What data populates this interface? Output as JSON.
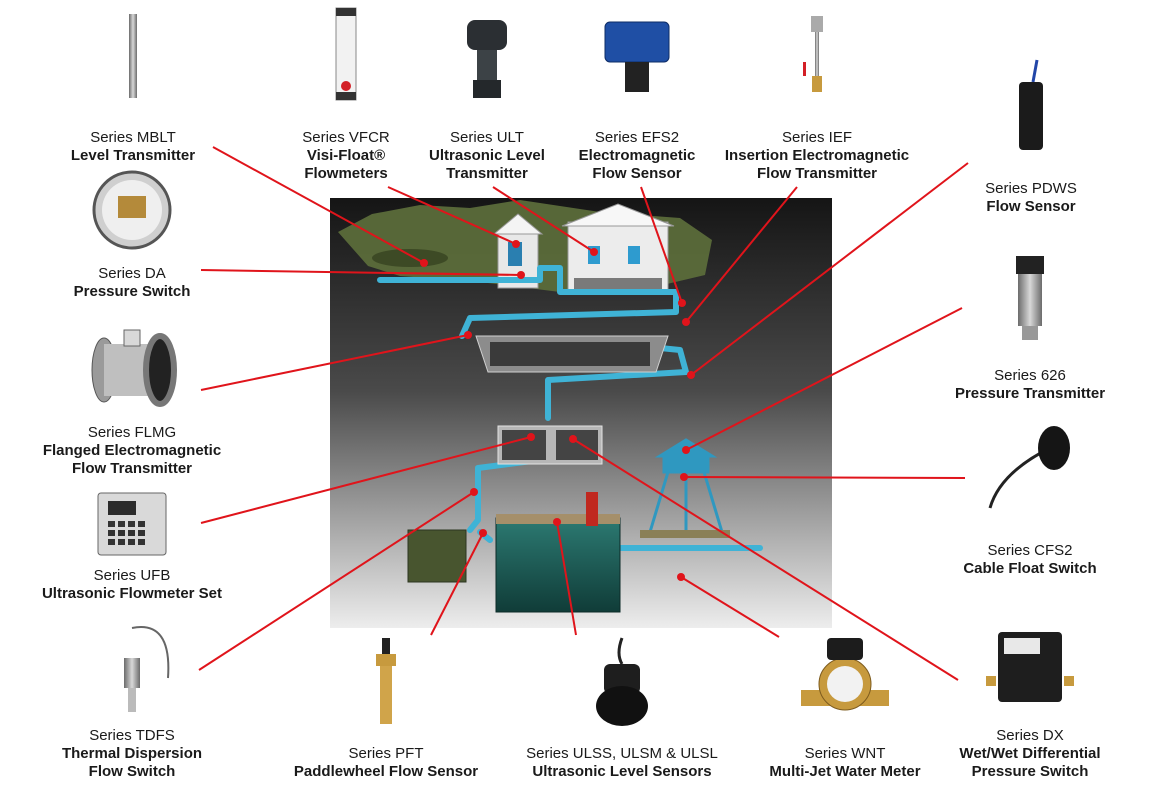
{
  "products": [
    {
      "id": "mblt",
      "series": "Series MBLT",
      "name": [
        "Level Transmitter"
      ],
      "icon": "level-transmitter-rod-icon"
    },
    {
      "id": "vfcr",
      "series": "Series VFCR",
      "name": [
        "Visi-Float®",
        "Flowmeters"
      ],
      "icon": "flowmeter-tube-icon"
    },
    {
      "id": "ult",
      "series": "Series ULT",
      "name": [
        "Ultrasonic Level",
        "Transmitter"
      ],
      "icon": "ultrasonic-transmitter-icon"
    },
    {
      "id": "efs2",
      "series": "Series EFS2",
      "name": [
        "Electromagnetic",
        "Flow Sensor"
      ],
      "icon": "blue-box-sensor-icon"
    },
    {
      "id": "ief",
      "series": "Series IEF",
      "name": [
        "Insertion Electromagnetic",
        "Flow Transmitter"
      ],
      "icon": "insertion-probe-icon"
    },
    {
      "id": "pdws",
      "series": "Series PDWS",
      "name": [
        "Flow Sensor"
      ],
      "icon": "cylinder-sensor-icon"
    },
    {
      "id": "da",
      "series": "Series DA",
      "name": [
        "Pressure Switch"
      ],
      "icon": "dial-switch-icon"
    },
    {
      "id": "s626",
      "series": "Series 626",
      "name": [
        "Pressure Transmitter"
      ],
      "icon": "pressure-transmitter-icon"
    },
    {
      "id": "flmg",
      "series": "Series FLMG",
      "name": [
        "Flanged Electromagnetic",
        "Flow Transmitter"
      ],
      "icon": "flanged-pipe-icon"
    },
    {
      "id": "cfs2",
      "series": "Series CFS2",
      "name": [
        "Cable Float Switch"
      ],
      "icon": "float-switch-icon"
    },
    {
      "id": "ufb",
      "series": "Series UFB",
      "name": [
        "Ultrasonic Flowmeter Set"
      ],
      "icon": "keypad-meter-icon"
    },
    {
      "id": "tdfs",
      "series": "Series TDFS",
      "name": [
        "Thermal Dispersion",
        "Flow Switch"
      ],
      "icon": "thermal-probe-icon"
    },
    {
      "id": "pft",
      "series": "Series PFT",
      "name": [
        "Paddlewheel Flow Sensor"
      ],
      "icon": "paddlewheel-sensor-icon"
    },
    {
      "id": "ulss",
      "series": "Series ULSS, ULSM & ULSL",
      "name": [
        "Ultrasonic Level Sensors"
      ],
      "icon": "ultrasonic-sensor-icon"
    },
    {
      "id": "wnt",
      "series": "Series WNT",
      "name": [
        "Multi-Jet Water Meter"
      ],
      "icon": "water-meter-icon"
    },
    {
      "id": "dx",
      "series": "Series DX",
      "name": [
        "Wet/Wet Differential",
        "Pressure Switch"
      ],
      "icon": "differential-switch-icon"
    }
  ],
  "colors": {
    "leader": "#e0141b",
    "pipe": "#3fb3d6",
    "ground": "#5b6b3a",
    "panel_top": "#1a1a1a",
    "panel_bottom": "#e8e8e8",
    "water": "#1f5f5a"
  }
}
